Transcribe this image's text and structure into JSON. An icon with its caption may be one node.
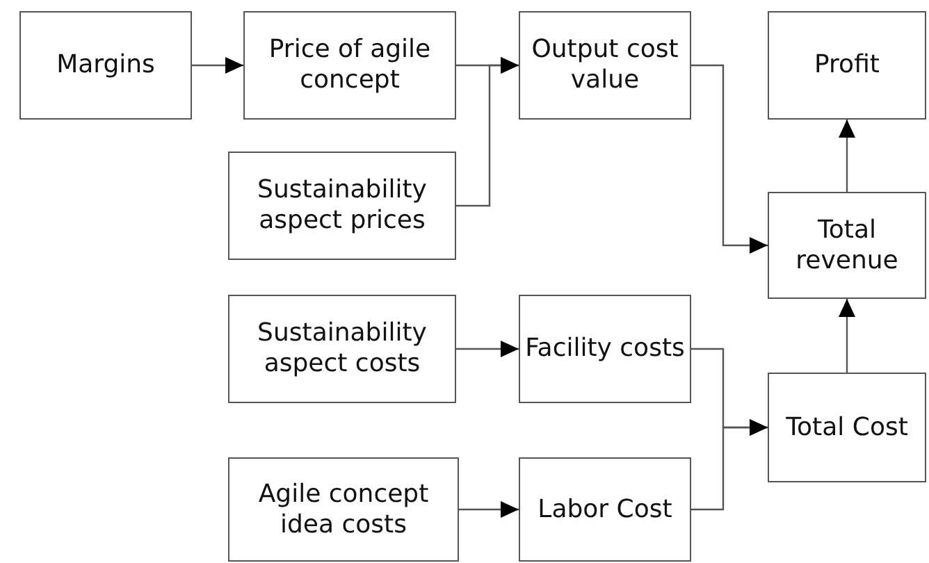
{
  "diagram": {
    "nodes": [
      {
        "text": [
          "Margins"
        ]
      },
      {
        "text": [
          "Price of agile concept"
        ]
      },
      {
        "text": [
          "Output cost value"
        ]
      },
      {
        "text": [
          "Profit"
        ]
      },
      {
        "text": [
          "Sustainability aspect prices"
        ]
      },
      {
        "text": [
          "Total revenue"
        ]
      },
      {
        "text": [
          "Sustainability aspect costs"
        ]
      },
      {
        "text": [
          "Facility costs"
        ]
      },
      {
        "text": [
          "Total Cost"
        ]
      },
      {
        "text": [
          "Agile concept idea costs"
        ]
      },
      {
        "text": [
          "Labor Cost"
        ]
      }
    ],
    "edges": [
      {
        "from": 0,
        "to": 1,
        "arrow": "to"
      },
      {
        "from": 1,
        "to": 2,
        "arrow": "to"
      },
      {
        "from": 4,
        "to": 2,
        "arrow": "to"
      },
      {
        "from": 2,
        "to": 5,
        "arrow": "to"
      },
      {
        "from": 5,
        "to": 3,
        "arrow": "to"
      },
      {
        "from": 6,
        "to": 7,
        "arrow": "to"
      },
      {
        "from": 9,
        "to": 10,
        "arrow": "to"
      },
      {
        "from": 7,
        "to": 8,
        "arrow": "to"
      },
      {
        "from": 10,
        "to": 8,
        "arrow": "to"
      },
      {
        "from": 8,
        "to": 5,
        "arrow": "to"
      }
    ]
  }
}
